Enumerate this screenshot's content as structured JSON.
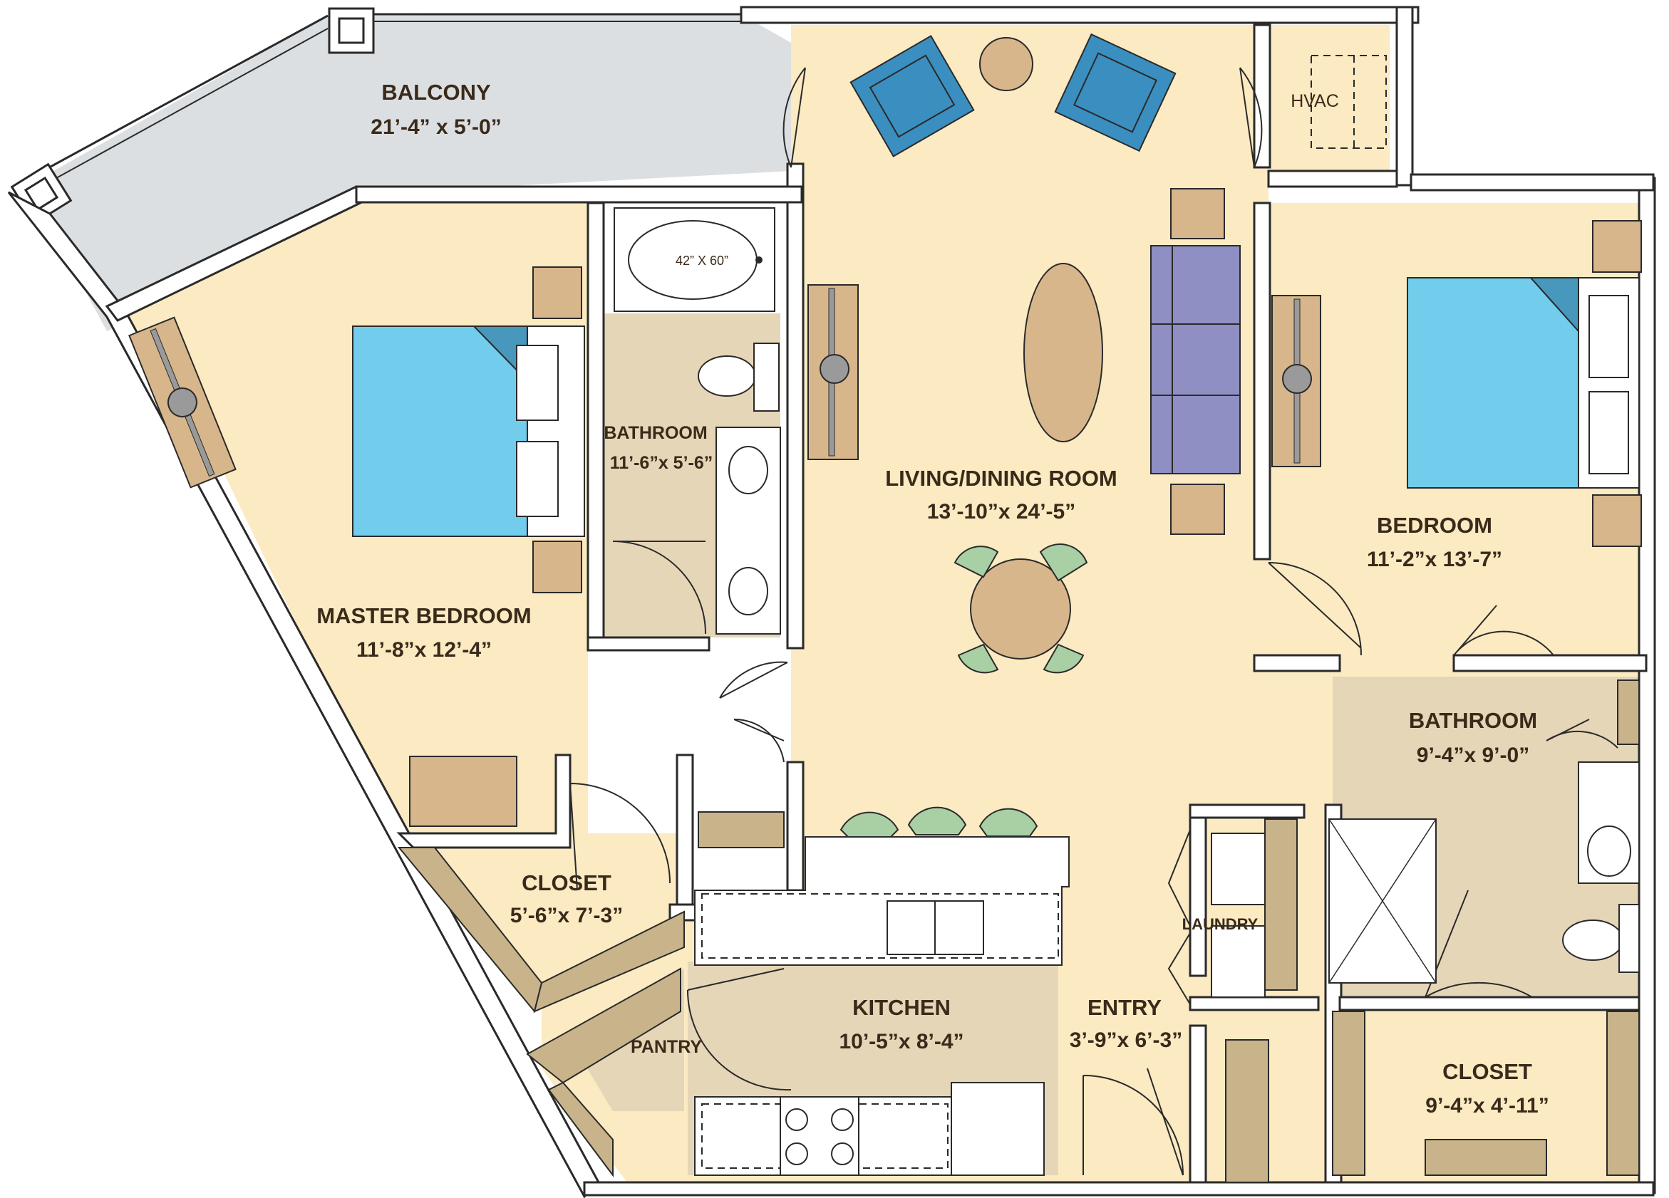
{
  "rooms": {
    "balcony": {
      "name": "BALCONY",
      "dims": "21’-4” x 5’-0”"
    },
    "hvac": {
      "name": "HVAC"
    },
    "living": {
      "name": "LIVING/DINING ROOM",
      "dims": "13’-10”x 24’-5”"
    },
    "bedroom": {
      "name": "BEDROOM",
      "dims": "11’-2”x 13’-7”"
    },
    "master": {
      "name": "MASTER BEDROOM",
      "dims": "11’-8”x 12’-4”"
    },
    "bath1": {
      "name": "BATHROOM",
      "dims": "11’-6”x 5’-6”"
    },
    "tub": {
      "name": "42” X 60”"
    },
    "bath2": {
      "name": "BATHROOM",
      "dims": "9’-4”x 9’-0”"
    },
    "closet1": {
      "name": "CLOSET",
      "dims": "5’-6”x 7’-3”"
    },
    "laundry": {
      "name": "LAUNDRY"
    },
    "entry": {
      "name": "ENTRY",
      "dims": "3’-9”x 6’-3”"
    },
    "kitchen": {
      "name": "KITCHEN",
      "dims": "10’-5”x 8’-4”"
    },
    "pantry": {
      "name": "PANTRY"
    },
    "closet2": {
      "name": "CLOSET",
      "dims": "9’-4”x 4’-11”"
    }
  },
  "colors": {
    "floor": "#fbeac2",
    "tile": "#e6d6b8",
    "balcony": "#dcdfe1",
    "bed": "#72ccec",
    "bed_fold": "#4897bd",
    "armchair": "#3a8fc0",
    "sofa": "#8f8fc4",
    "wood": "#d8b68c",
    "chair": "#a9cfa5",
    "closet_shelf": "#c9b38a"
  }
}
